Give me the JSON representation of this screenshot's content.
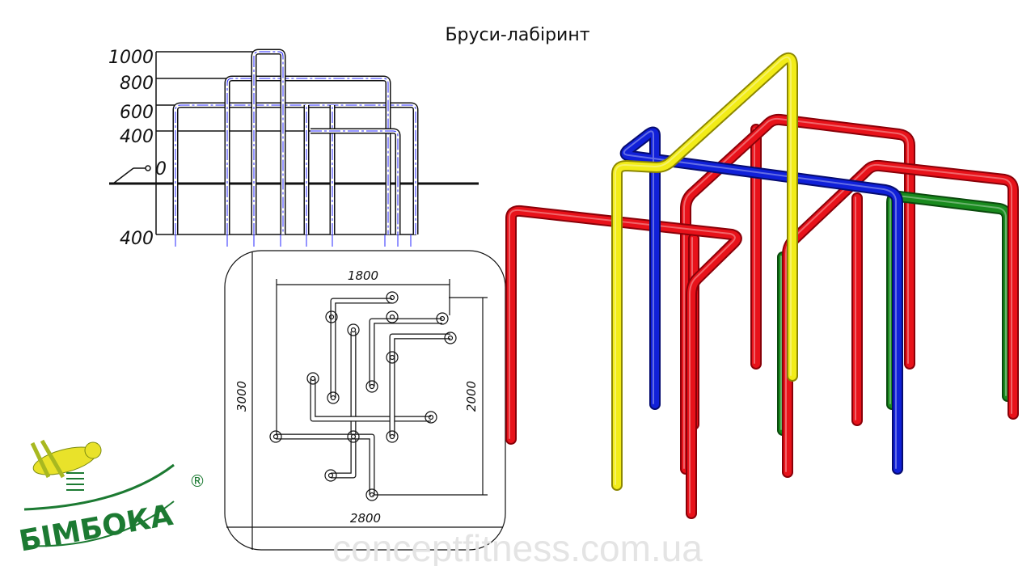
{
  "title": "Бруси-лабіринт",
  "elevation": {
    "levels": [
      "1000",
      "800",
      "600",
      "400",
      "0"
    ],
    "depth": "400"
  },
  "plan": {
    "width_inner": "1800",
    "depth_inner": "2000",
    "width_outer": "2800",
    "depth_outer": "3000"
  },
  "logo": {
    "text": "БІМБОКА",
    "mark": "®"
  },
  "watermark": "conceptfitness.com.ua",
  "colors": {
    "red": "#e8121a",
    "blue": "#1020d8",
    "yellow": "#f2ec18",
    "green": "#198a1e",
    "drawing_blue": "#2a2aff"
  }
}
